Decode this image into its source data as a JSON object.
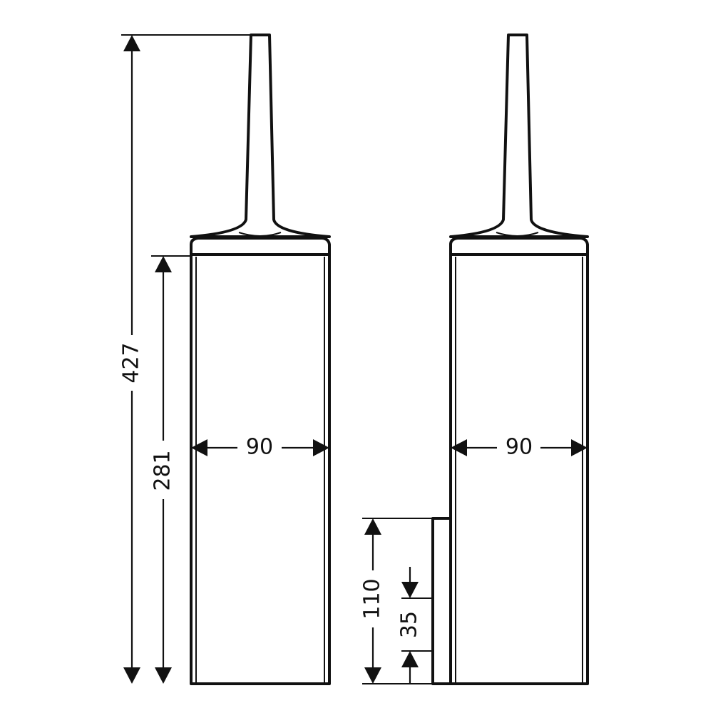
{
  "left_view": {
    "height_total": "427",
    "height_container": "281",
    "width": "90"
  },
  "right_view": {
    "width": "90",
    "bracket_height": "110",
    "mount_distance": "35"
  }
}
